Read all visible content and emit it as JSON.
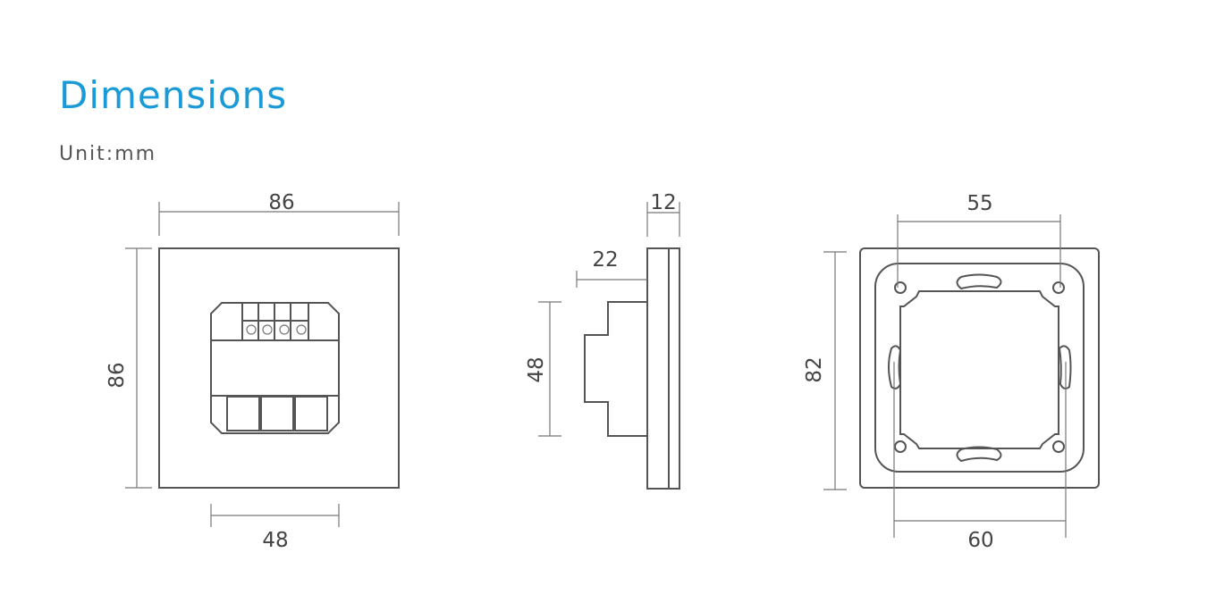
{
  "header": {
    "title": "Dimensions",
    "unit": "Unit:mm"
  },
  "front_view": {
    "width": "86",
    "height": "86",
    "module_width": "48"
  },
  "side_view": {
    "thickness": "12",
    "depth": "22",
    "module_height": "48"
  },
  "back_view": {
    "hole_spacing": "55",
    "mount_width": "60",
    "height": "82"
  }
}
